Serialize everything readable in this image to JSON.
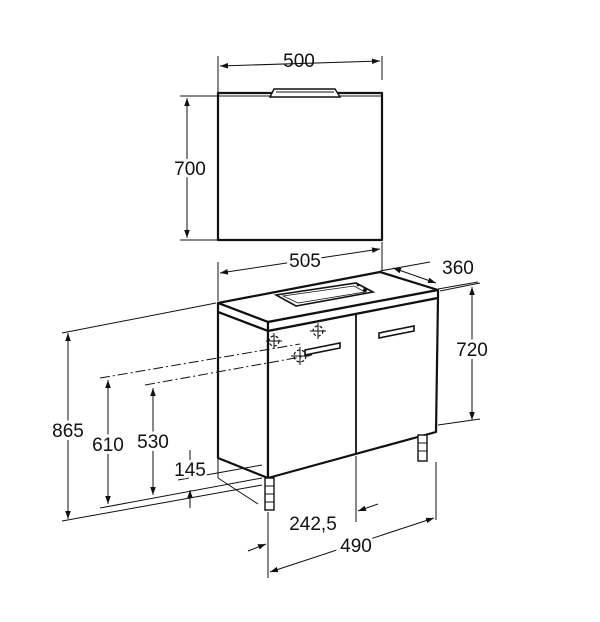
{
  "dimensions": {
    "mirror_width": "500",
    "mirror_height": "700",
    "basin_width": "505",
    "depth": "360",
    "cabinet_height": "720",
    "total_height": "865",
    "drain_610": "610",
    "drain_530": "530",
    "leg_height": "145",
    "half_depth": "242,5",
    "cabinet_depth": "490"
  },
  "colors": {
    "line": "#111111",
    "background": "#ffffff"
  }
}
